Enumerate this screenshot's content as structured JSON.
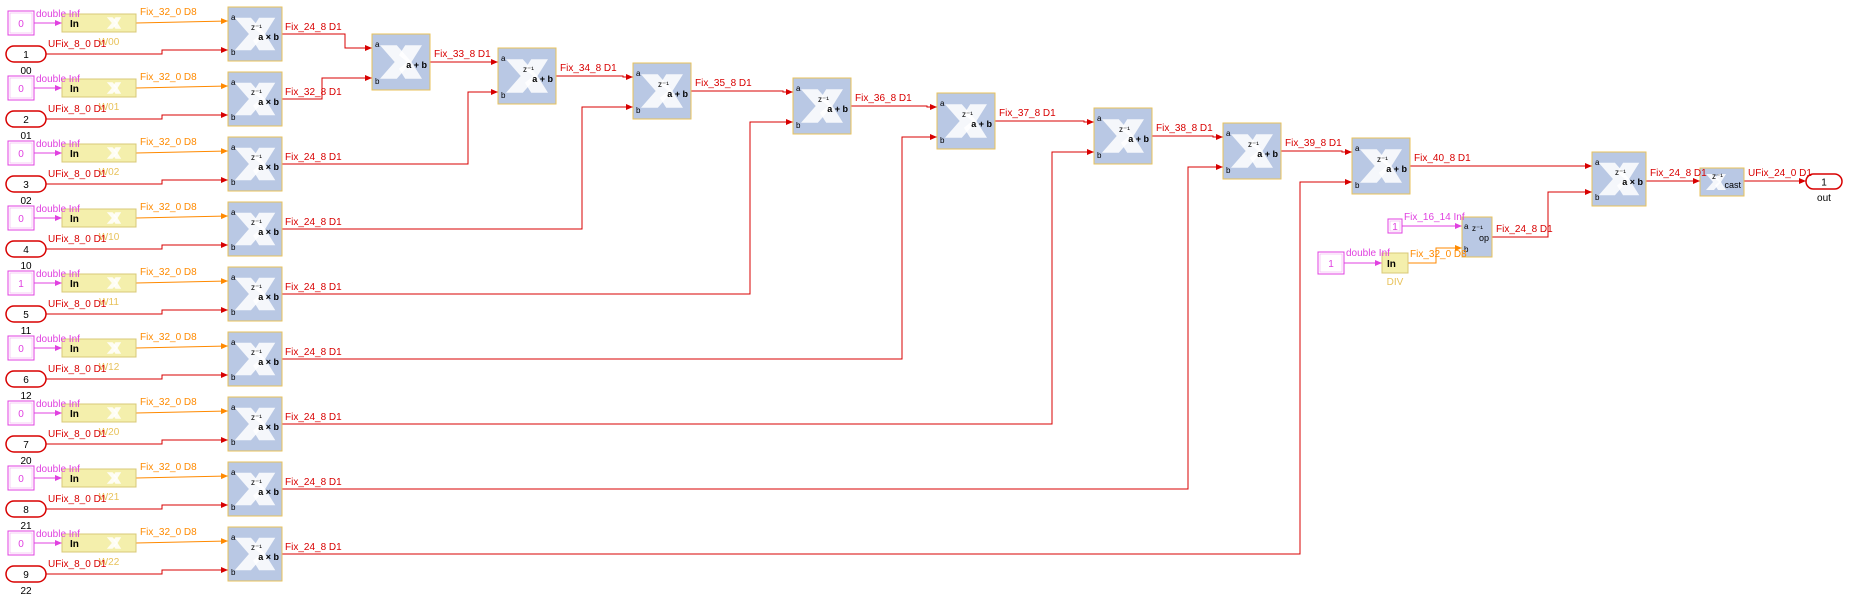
{
  "colors": {
    "red": "#d80000",
    "orange": "#ff8a00",
    "magenta": "#e040e0",
    "mult_fill": "#b9c8e4",
    "gateway_fill": "#f4efac",
    "xilinx_gray": "#ffffff",
    "gold_label": "#e8c25a"
  },
  "rows": [
    {
      "const": "0",
      "in_sig": "double Inf",
      "gw_label": "In",
      "gw_name": "W00",
      "fix_label": "Fix_32_0 D8",
      "ufix_label": "UFix_8_0 D1",
      "port_num": "1",
      "port_name": "00",
      "mult_out": "Fix_24_8 D1"
    },
    {
      "const": "0",
      "in_sig": "double Inf",
      "gw_label": "In",
      "gw_name": "W01",
      "fix_label": "Fix_32_0 D8",
      "ufix_label": "UFix_8_0 D1",
      "port_num": "2",
      "port_name": "01",
      "mult_out": "Fix_32_8 D1"
    },
    {
      "const": "0",
      "in_sig": "double Inf",
      "gw_label": "In",
      "gw_name": "W02",
      "fix_label": "Fix_32_0 D8",
      "ufix_label": "UFix_8_0 D1",
      "port_num": "3",
      "port_name": "02",
      "mult_out": "Fix_24_8 D1"
    },
    {
      "const": "0",
      "in_sig": "double Inf",
      "gw_label": "In",
      "gw_name": "W10",
      "fix_label": "Fix_32_0 D8",
      "ufix_label": "UFix_8_0 D1",
      "port_num": "4",
      "port_name": "10",
      "mult_out": "Fix_24_8 D1"
    },
    {
      "const": "1",
      "in_sig": "double Inf",
      "gw_label": "In",
      "gw_name": "W11",
      "fix_label": "Fix_32_0 D8",
      "ufix_label": "UFix_8_0 D1",
      "port_num": "5",
      "port_name": "11",
      "mult_out": "Fix_24_8 D1"
    },
    {
      "const": "0",
      "in_sig": "double Inf",
      "gw_label": "In",
      "gw_name": "W12",
      "fix_label": "Fix_32_0 D8",
      "ufix_label": "UFix_8_0 D1",
      "port_num": "6",
      "port_name": "12",
      "mult_out": "Fix_24_8 D1"
    },
    {
      "const": "0",
      "in_sig": "double Inf",
      "gw_label": "In",
      "gw_name": "W20",
      "fix_label": "Fix_32_0 D8",
      "ufix_label": "UFix_8_0 D1",
      "port_num": "7",
      "port_name": "20",
      "mult_out": "Fix_24_8 D1"
    },
    {
      "const": "0",
      "in_sig": "double Inf",
      "gw_label": "In",
      "gw_name": "W21",
      "fix_label": "Fix_32_0 D8",
      "ufix_label": "UFix_8_0 D1",
      "port_num": "8",
      "port_name": "21",
      "mult_out": "Fix_24_8 D1"
    },
    {
      "const": "0",
      "in_sig": "double Inf",
      "gw_label": "In",
      "gw_name": "W22",
      "fix_label": "Fix_32_0 D8",
      "ufix_label": "UFix_8_0 D1",
      "port_num": "9",
      "port_name": "22",
      "mult_out": "Fix_24_8 D1"
    }
  ],
  "block_text": {
    "port_a": "a",
    "port_b": "b",
    "zinv": "z⁻¹",
    "mult_op": "a × b",
    "add_op": "a + b",
    "cast_op": "cast",
    "op_label": "op"
  },
  "adders": [
    {
      "out": "Fix_33_8 D1"
    },
    {
      "out": "Fix_34_8 D1"
    },
    {
      "out": "Fix_35_8 D1"
    },
    {
      "out": "Fix_36_8 D1"
    },
    {
      "out": "Fix_37_8 D1"
    },
    {
      "out": "Fix_38_8 D1"
    },
    {
      "out": "Fix_39_8 D1"
    },
    {
      "out": "Fix_40_8 D1"
    }
  ],
  "div": {
    "const_top": "1",
    "const_top_sig": "Fix_16_14 Inf",
    "const_in": "1",
    "in_sig": "double Inf",
    "gw_label": "In",
    "gw_name": "DIV",
    "gw_out": "Fix_32_0 D8",
    "div_out": "Fix_24_8 D1"
  },
  "final": {
    "mult_out": "Fix_24_8 D1",
    "cast_out": "UFix_24_0 D1",
    "out_num": "1",
    "out_name": "out"
  }
}
